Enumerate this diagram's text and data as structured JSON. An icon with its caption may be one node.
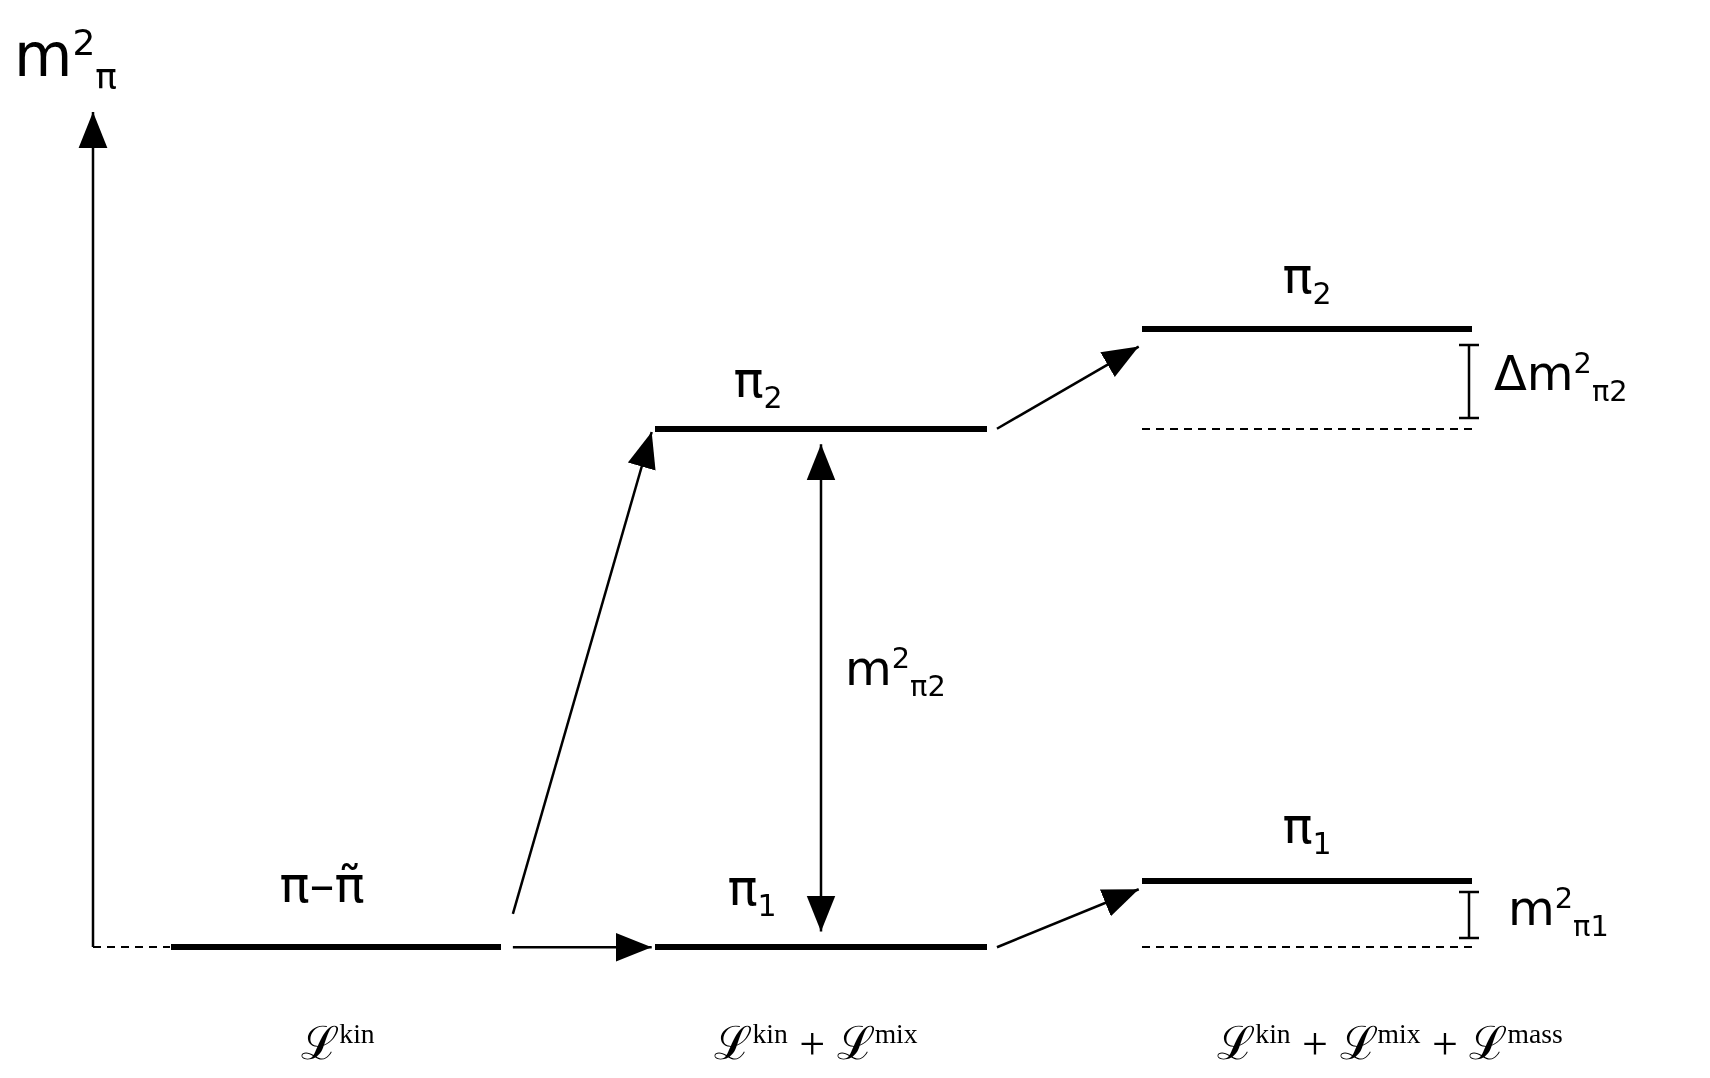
{
  "diagram": {
    "nodes": [
      {
        "text": [
          "π–π̃"
        ]
      },
      {
        "text": [
          "π$_{1}$"
        ]
      },
      {
        "text": [
          "π$_{2}$"
        ]
      },
      {
        "text": [
          "π$_{1}$"
        ]
      },
      {
        "text": [
          "π$_{2}$"
        ]
      }
    ],
    "edges": [
      {
        "from": 0,
        "to": 2,
        "arrow": "to"
      },
      {
        "from": 0,
        "to": 1,
        "arrow": "to"
      },
      {
        "from": 1,
        "to": 2,
        "arrow": "both",
        "label": "m$^{2}$$_{π2}$"
      },
      {
        "from": 2,
        "to": 4,
        "arrow": "to"
      },
      {
        "from": 1,
        "to": 3,
        "arrow": "to"
      }
    ],
    "labels": [
      "m$^{2}$$_{π}$",
      "Δm$^{2}$$_{π2}$",
      "m$^{2}$$_{π1}$",
      "ℒ$^{kin}$",
      "ℒ$^{kin}$ + ℒ$^{mix}$",
      "ℒ$^{kin}$ + ℒ$^{mix}$ + ℒ$^{mass}$"
    ]
  }
}
